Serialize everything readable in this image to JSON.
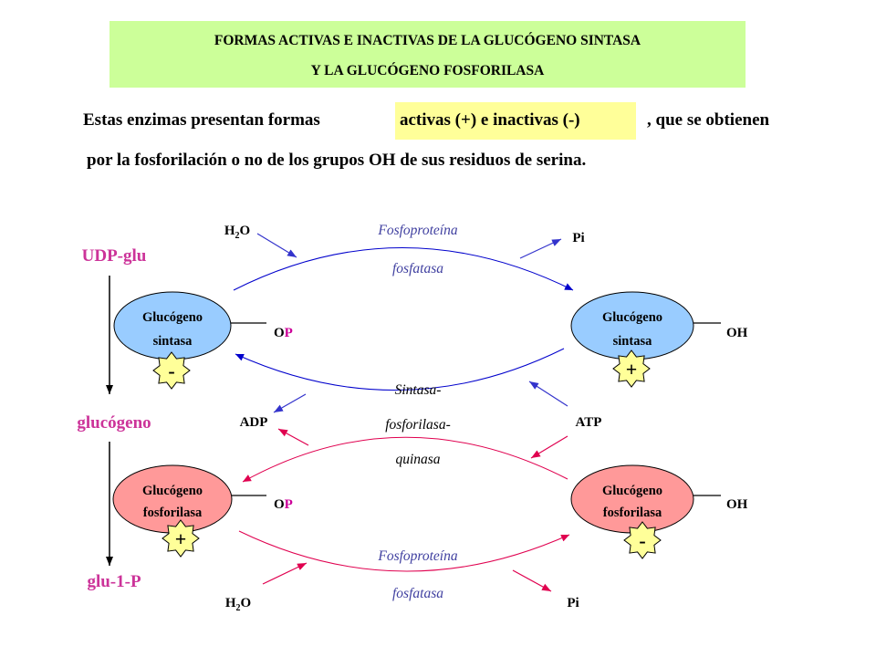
{
  "title": {
    "line1": "FORMAS ACTIVAS  E INACTIVAS   DE LA GLUCÓGENO SINTASA",
    "line2": "Y  LA GLUCÓGENO  FOSFORILASA"
  },
  "intro": {
    "part1": "Estas enzimas presentan formas",
    "highlight": "activas (+)  e inactivas (-)",
    "part2": ", que se obtienen",
    "line2": "por la fosforilación o no de los grupos  OH  de sus residuos de serina."
  },
  "pathway": {
    "top": "UDP-glu",
    "middle": "glucógeno",
    "bottom": "glu-1-P"
  },
  "enzymes": {
    "gs_inactive": {
      "line1": "Glucógeno",
      "line2": "sintasa",
      "sign": "-",
      "group": "OP"
    },
    "gs_active": {
      "line1": "Glucógeno",
      "line2": "sintasa",
      "sign": "+",
      "group": "OH"
    },
    "gp_active": {
      "line1": "Glucógeno",
      "line2": "fosforilasa",
      "sign": "+",
      "group": "OP"
    },
    "gp_inactive": {
      "line1": "Glucógeno",
      "line2": "fosforilasa",
      "sign": "-",
      "group": "OH"
    }
  },
  "reactions": {
    "phosphatase_top": {
      "line1": "Fosfoproteína",
      "line2": "fosfatasa",
      "input": "H2O",
      "output": "Pi"
    },
    "kinase": {
      "line1": "Sintasa-",
      "line2": "fosforilasa-",
      "line3": "quinasa",
      "input": "ATP",
      "output": "ADP"
    },
    "phosphatase_bottom": {
      "line1": "Fosfoproteína",
      "line2": "fosfatasa",
      "input": "H2O",
      "output": "Pi"
    }
  },
  "colors": {
    "title_bg": "#ccff99",
    "highlight_bg": "#ffff99",
    "pathway_text": "#cc3399",
    "phosphatase_text": "#4040a0",
    "synthase_fill": "#99ccff",
    "phosphorylase_fill": "#ff9999",
    "sign_fill": "#ffff99",
    "blue_arrow": "#0000cc",
    "red_arrow": "#e0004f"
  }
}
